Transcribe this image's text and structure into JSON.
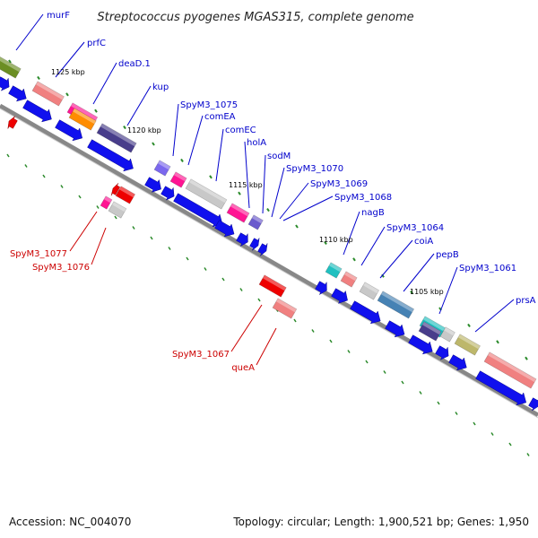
{
  "title": "Streptococcus pyogenes MGAS315, complete genome",
  "footer": {
    "accession": "Accession: NC_004070",
    "topology": "Topology: circular; Length: 1,900,521 bp; Genes: 1,950"
  },
  "colors": {
    "forward_label": "#0000cc",
    "reverse_label": "#cc0000",
    "backbone": "#888888",
    "tick": "#2a8a2a"
  },
  "ticks": [
    "1125 kbp",
    "1120 kbp",
    "1115 kbp",
    "1110 kbp",
    "1105 kbp"
  ],
  "forward_genes": [
    "murF",
    "prfC",
    "deaD.1",
    "kup",
    "SpyM3_1075",
    "comEA",
    "comEC",
    "holA",
    "sodM",
    "SpyM3_1070",
    "SpyM3_1069",
    "SpyM3_1068",
    "nagB",
    "SpyM3_1064",
    "coiA",
    "pepB",
    "SpyM3_1061",
    "prsA"
  ],
  "reverse_genes": [
    "SpyM3_1077",
    "SpyM3_1076",
    "SpyM3_1067",
    "queA"
  ]
}
